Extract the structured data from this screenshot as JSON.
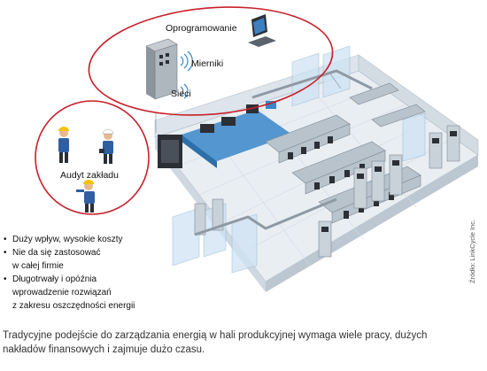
{
  "labels": {
    "software": "Oprogramowanie",
    "meters": "Mierniki",
    "networks": "Sieci",
    "audit": "Audyt zakładu"
  },
  "bullets": [
    {
      "lines": [
        "Duży wpływ, wysokie koszty"
      ]
    },
    {
      "lines": [
        "Nie da się zastosować",
        "w całej firmie"
      ]
    },
    {
      "lines": [
        "Długotrwały i opóźnia",
        "wprowadzenie rozwiązań",
        "z zakresu oszczędności energii"
      ]
    }
  ],
  "source": "Źródło: LinkCycle Inc.",
  "caption": {
    "line1": "Tradycyjne podejście do zarządzania energią w hali produkcyjnej wymaga wiele pracy, dużych",
    "line2": "nakładów finansowych i zajmuje dużo czasu."
  },
  "colors": {
    "ellipse": "#c8202a",
    "floor": "#e9eef3",
    "wall": "#cfd8e1",
    "accent_blue": "#3a86c8",
    "machine": "#b9c3cc",
    "dark": "#2b2f36"
  }
}
